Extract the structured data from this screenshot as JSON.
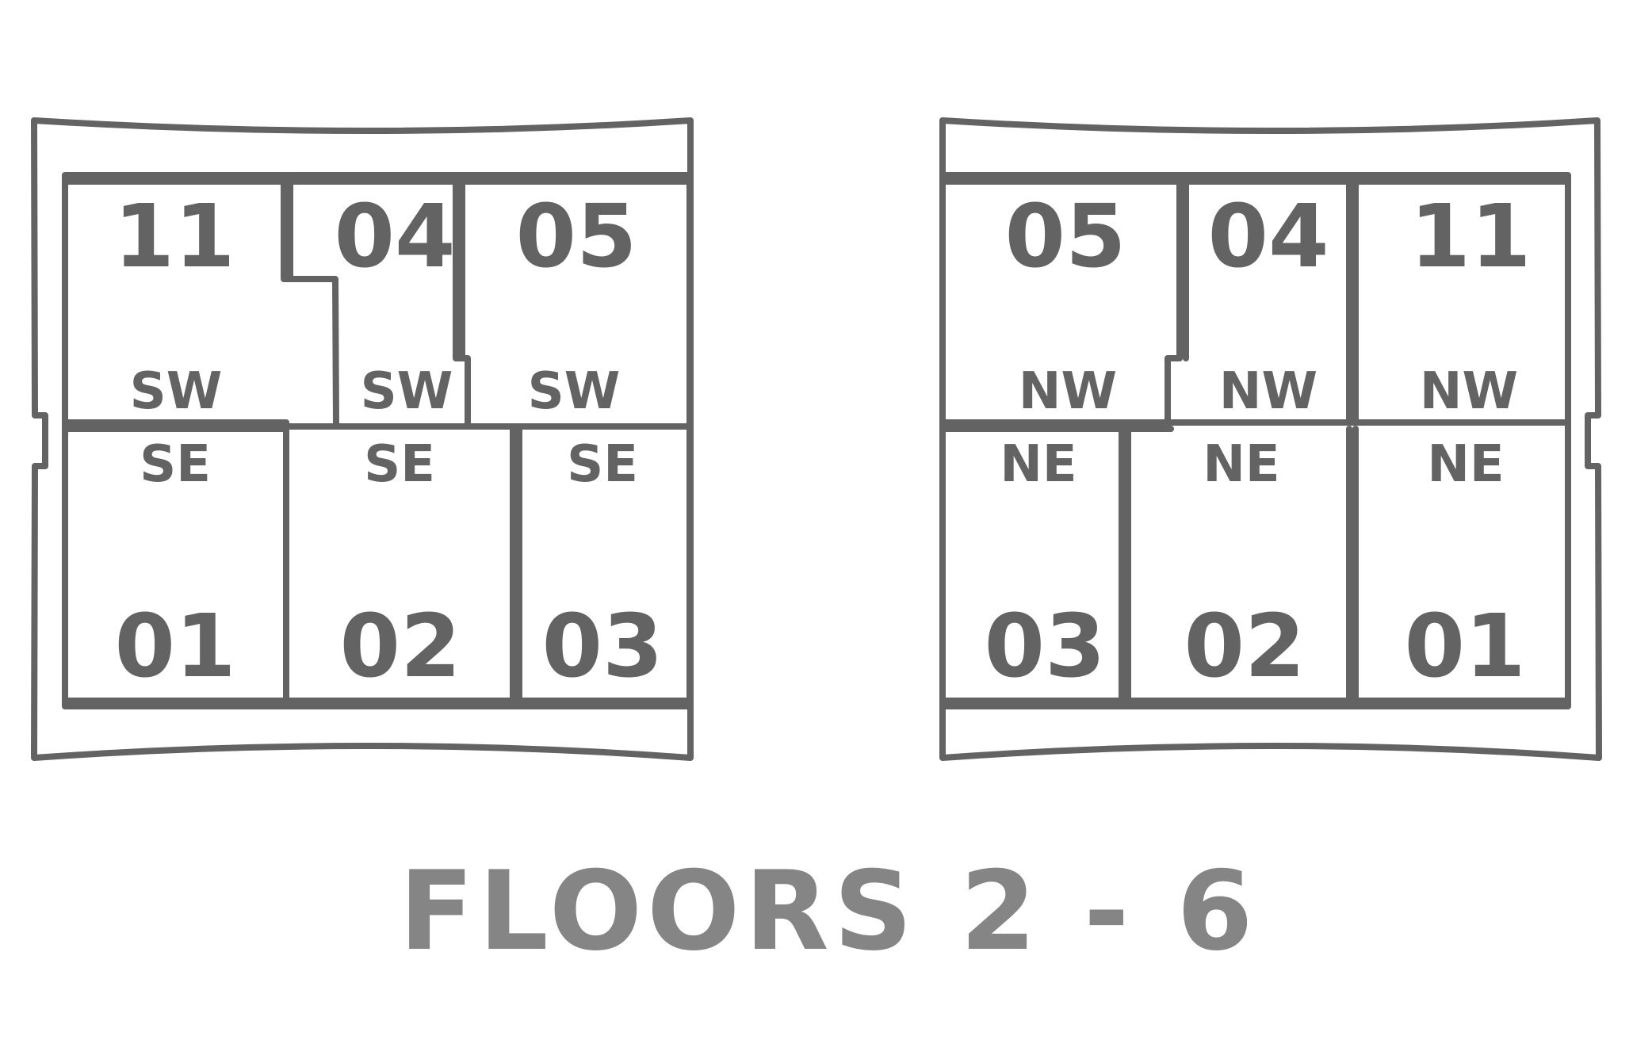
{
  "title": "FLOORS 2 - 6",
  "colors": {
    "line": "#636363",
    "title": "#858585",
    "background": "#ffffff"
  },
  "plans": [
    {
      "units": [
        {
          "number": "11",
          "wing": "SW"
        },
        {
          "number": "04",
          "wing": "SW"
        },
        {
          "number": "05",
          "wing": "SW"
        },
        {
          "number": "01",
          "wing": "SE"
        },
        {
          "number": "02",
          "wing": "SE"
        },
        {
          "number": "03",
          "wing": "SE"
        }
      ]
    },
    {
      "units": [
        {
          "number": "05",
          "wing": "NW"
        },
        {
          "number": "04",
          "wing": "NW"
        },
        {
          "number": "11",
          "wing": "NW"
        },
        {
          "number": "03",
          "wing": "NE"
        },
        {
          "number": "02",
          "wing": "NE"
        },
        {
          "number": "01",
          "wing": "NE"
        }
      ]
    }
  ]
}
